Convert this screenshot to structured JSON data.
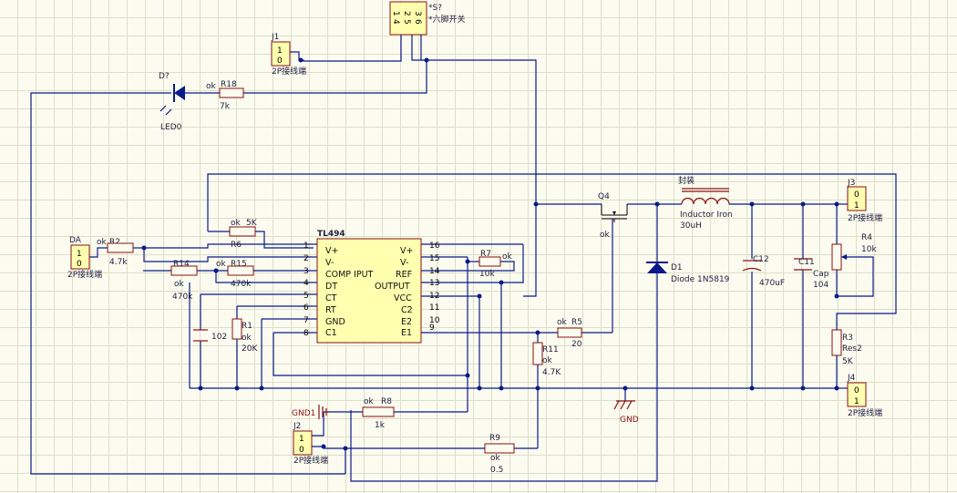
{
  "colors": {
    "background": "#fbfbef",
    "grid": "#dedecb",
    "wire": "#0a1a8a",
    "component": "#8a1010",
    "body_fill": "#ffffb0"
  },
  "components": {
    "switch": {
      "ref": "*S?",
      "type": "*六脚开关",
      "pins": [
        "1",
        "4",
        "2",
        "5",
        "3",
        "6"
      ]
    },
    "j1": {
      "ref": "J1",
      "pins": [
        "1",
        "0"
      ],
      "type": "2P接线端"
    },
    "led": {
      "ref": "D?",
      "name": "LED0"
    },
    "r18": {
      "ref": "R18",
      "status": "ok",
      "value": "7k"
    },
    "da": {
      "ref": "DA",
      "status": "ok",
      "pins": [
        "1",
        "0"
      ],
      "type": "2P接线端"
    },
    "r2": {
      "ref": "R2",
      "value": "4.7k"
    },
    "r6": {
      "ref": "R6",
      "status": "ok",
      "value": "5K"
    },
    "r14": {
      "ref": "R14",
      "status": "ok",
      "value": "470k"
    },
    "r15": {
      "ref": "R15",
      "status": "ok",
      "value": "470k"
    },
    "c102": {
      "value": "102"
    },
    "r1": {
      "ref": "R1",
      "status": "ok",
      "value": "20K"
    },
    "tl494": {
      "name": "TL494",
      "left_pins": [
        {
          "num": "1",
          "label": "V+"
        },
        {
          "num": "2",
          "label": "V-"
        },
        {
          "num": "3",
          "label": "COMP IPUT"
        },
        {
          "num": "4",
          "label": "DT"
        },
        {
          "num": "5",
          "label": "CT"
        },
        {
          "num": "6",
          "label": "RT"
        },
        {
          "num": "7",
          "label": "GND"
        },
        {
          "num": "8",
          "label": "C1"
        }
      ],
      "right_pins": [
        {
          "num": "16",
          "label": "V+"
        },
        {
          "num": "15",
          "label": "V-"
        },
        {
          "num": "14",
          "label": "REF"
        },
        {
          "num": "13",
          "label": "OUTPUT"
        },
        {
          "num": "12",
          "label": "VCC"
        },
        {
          "num": "11",
          "label": "C2"
        },
        {
          "num": "10",
          "label": "E2"
        },
        {
          "num": "9",
          "label": "E1"
        }
      ]
    },
    "r7": {
      "ref": "R7",
      "status": "ok",
      "value": "10k"
    },
    "q4": {
      "ref": "Q4",
      "status": "ok"
    },
    "inductor": {
      "pkg": "封装",
      "name": "Inductor Iron",
      "value": "30uH"
    },
    "d1": {
      "ref": "D1",
      "name": "Diode 1N5819"
    },
    "c12": {
      "ref": "C12",
      "value": "470uF"
    },
    "c11": {
      "ref": "C11",
      "name": "Cap",
      "value": "104"
    },
    "j3": {
      "ref": "J3",
      "pins": [
        "0",
        "1"
      ],
      "type": "2P接线端"
    },
    "r4": {
      "ref": "R4",
      "value": "10k"
    },
    "r3": {
      "ref": "R3",
      "name": "Res2",
      "value": "5K"
    },
    "j4": {
      "ref": "J4",
      "pins": [
        "0",
        "1"
      ],
      "type": "2P接线端"
    },
    "r5": {
      "ref": "R5",
      "status": "ok",
      "value": "20"
    },
    "r11": {
      "ref": "R11",
      "status": "ok",
      "value": "4.7K"
    },
    "gnd_label": "GND",
    "gnd1": {
      "ref": "GND1"
    },
    "r8": {
      "ref": "R8",
      "status": "ok",
      "value": "1k"
    },
    "j2": {
      "ref": "J2",
      "pins": [
        "1",
        "0"
      ],
      "type": "2P接线端"
    },
    "r9": {
      "ref": "R9",
      "status": "ok",
      "value": "0.5"
    }
  }
}
